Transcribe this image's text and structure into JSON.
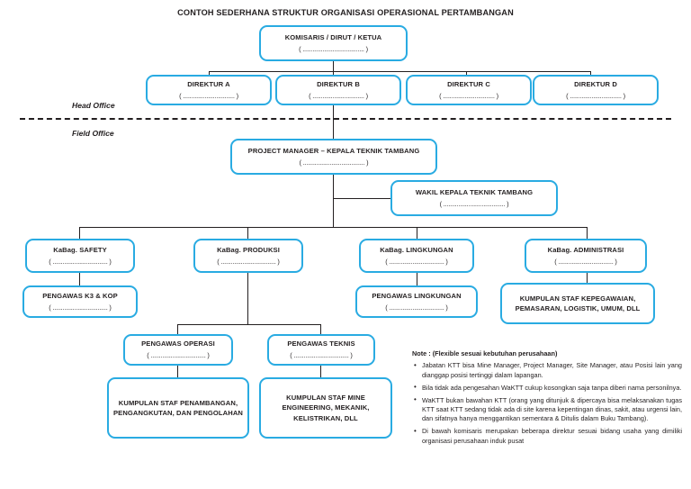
{
  "title": "CONTOH SEDERHANA STRUKTUR ORGANISASI OPERASIONAL PERTAMBANGAN",
  "blank_placeholder": "( ................................. )",
  "blank_placeholder_long": "( ..................................... )",
  "dividers": {
    "head_office": "Head Office",
    "field_office": "Field Office"
  },
  "colors": {
    "box_border": "#29ABE2",
    "line": "#231f20",
    "text": "#231f20",
    "background": "#ffffff"
  },
  "nodes": {
    "komisaris": {
      "label": "KOMISARIS / DIRUT / KETUA",
      "blank": "( ..................................... )"
    },
    "direktur_a": {
      "label": "DIREKTUR A",
      "blank": "( ............................... )"
    },
    "direktur_b": {
      "label": "DIREKTUR B",
      "blank": "( ............................... )"
    },
    "direktur_c": {
      "label": "DIREKTUR C",
      "blank": "( ............................... )"
    },
    "direktur_d": {
      "label": "DIREKTUR D",
      "blank": "( ............................... )"
    },
    "project_manager": {
      "label": "PROJECT MANAGER – KEPALA TEKNIK TAMBANG",
      "blank": "( ..................................... )"
    },
    "wakil_ktt": {
      "label": "WAKIL KEPALA TEKNIK TAMBANG",
      "blank": "( ..................................... )"
    },
    "kabag_safety": {
      "label": "KaBag. SAFETY",
      "blank": "( ................................. )"
    },
    "kabag_produksi": {
      "label": "KaBag. PRODUKSI",
      "blank": "( ................................. )"
    },
    "kabag_lingkungan": {
      "label": "KaBag. LINGKUNGAN",
      "blank": "( ................................. )"
    },
    "kabag_administrasi": {
      "label": "KaBag. ADMINISTRASI",
      "blank": "( ................................. )"
    },
    "pengawas_k3": {
      "label": "PENGAWAS K3 & KOP",
      "blank": "( ................................. )"
    },
    "pengawas_lingkungan": {
      "label": "PENGAWAS LINGKUNGAN",
      "blank": "( ................................. )"
    },
    "staf_kepegawaian": {
      "label": "KUMPULAN STAF KEPEGAWAIAN, PEMASARAN, LOGISTIK, UMUM, DLL"
    },
    "pengawas_operasi": {
      "label": "PENGAWAS OPERASI",
      "blank": "( ................................. )"
    },
    "pengawas_teknis": {
      "label": "PENGAWAS TEKNIS",
      "blank": "( ................................. )"
    },
    "staf_penambangan": {
      "label": "KUMPULAN STAF PENAMBANGAN, PENGANGKUTAN, DAN PENGOLAHAN"
    },
    "staf_mine_engineering": {
      "label": "KUMPULAN STAF MINE ENGINEERING, MEKANIK, KELISTRIKAN, DLL"
    }
  },
  "note": {
    "heading": "Note : (Flexible sesuai kebutuhan perusahaan)",
    "items": [
      "Jabatan KTT bisa Mine Manager, Project Manager, Site Manager, atau Posisi lain yang dianggap posisi tertinggi dalam lapangan.",
      "Bila tidak ada pengesahan WaKTT cukup kosongkan saja tanpa diberi nama personilnya.",
      "WaKTT bukan bawahan KTT (orang yang ditunjuk & dipercaya bisa melaksanakan tugas KTT saat KTT sedang tidak ada di site karena kepentingan dinas, sakit, atau urgensi lain, dan sifatnya hanya menggantikan sementara & Ditulis dalam Buku Tambang).",
      "Di bawah komisaris merupakan beberapa direktur sesuai bidang usaha yang dimiliki organisasi perusahaan induk pusat"
    ]
  }
}
